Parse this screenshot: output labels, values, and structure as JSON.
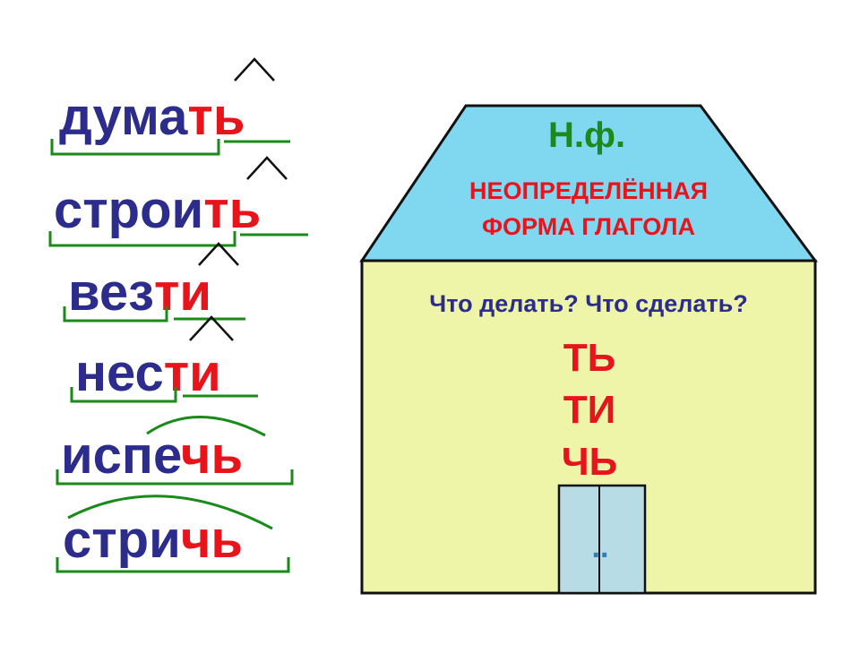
{
  "words": [
    {
      "stem": "дума",
      "suffix": "ть",
      "mark": "caret"
    },
    {
      "stem": "строи",
      "suffix": "ть",
      "mark": "caret"
    },
    {
      "stem": "вез",
      "suffix": "ти",
      "mark": "caret"
    },
    {
      "stem": "нес",
      "suffix": "ти",
      "mark": "caret"
    },
    {
      "stem": "испе",
      "suffix": "чь",
      "mark": "arc"
    },
    {
      "stem": "стри",
      "suffix": "чь",
      "mark": "arc"
    }
  ],
  "house": {
    "abbreviation": "Н.ф.",
    "roof_line1": "НЕОПРЕДЕЛЁННАЯ",
    "roof_line2": "ФОРМА ГЛАГОЛА",
    "question": "Что делать? Что сделать?",
    "endings": [
      "ТЬ",
      "ТИ",
      "ЧЬ"
    ],
    "door_text": "..",
    "colors": {
      "roof": "#7fd8f0",
      "wall": "#eef5a8",
      "door": "#b8dce6",
      "outline": "#111111"
    }
  },
  "colors": {
    "stem": "#2c2c8c",
    "suffix": "#e8141c",
    "bracket": "#1a8a1a"
  }
}
